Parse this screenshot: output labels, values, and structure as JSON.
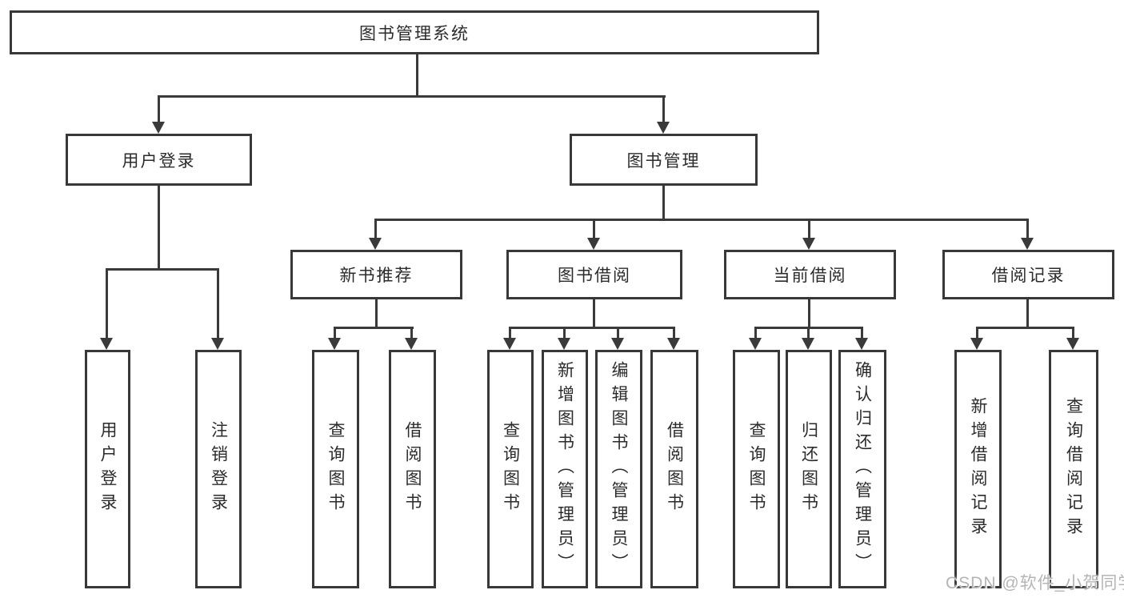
{
  "diagram_type": "hierarchy-tree",
  "tree": {
    "label": "图书管理系统",
    "children": [
      {
        "label": "用户登录",
        "children": [
          {
            "label": "用户登录"
          },
          {
            "label": "注销登录"
          }
        ]
      },
      {
        "label": "图书管理",
        "children": [
          {
            "label": "新书推荐",
            "children": [
              {
                "label": "查询图书"
              },
              {
                "label": "借阅图书"
              }
            ]
          },
          {
            "label": "图书借阅",
            "children": [
              {
                "label": "查询图书"
              },
              {
                "label": "新增图书（管理员）"
              },
              {
                "label": "编辑图书（管理员）"
              },
              {
                "label": "借阅图书"
              }
            ]
          },
          {
            "label": "当前借阅",
            "children": [
              {
                "label": "查询图书"
              },
              {
                "label": "归还图书"
              },
              {
                "label": "确认归还（管理员）"
              }
            ]
          },
          {
            "label": "借阅记录",
            "children": [
              {
                "label": "新增借阅记录"
              },
              {
                "label": "查询借阅记录"
              }
            ]
          }
        ]
      }
    ]
  },
  "watermark": {
    "text": "CSDN @软件_小贺同学"
  },
  "colors": {
    "line": "#3a3a3a",
    "box_border": "#383838",
    "box_fill": "#ffffff",
    "text": "#2b2b2b",
    "watermark": "#b5b5b5",
    "background": "#ffffff"
  }
}
